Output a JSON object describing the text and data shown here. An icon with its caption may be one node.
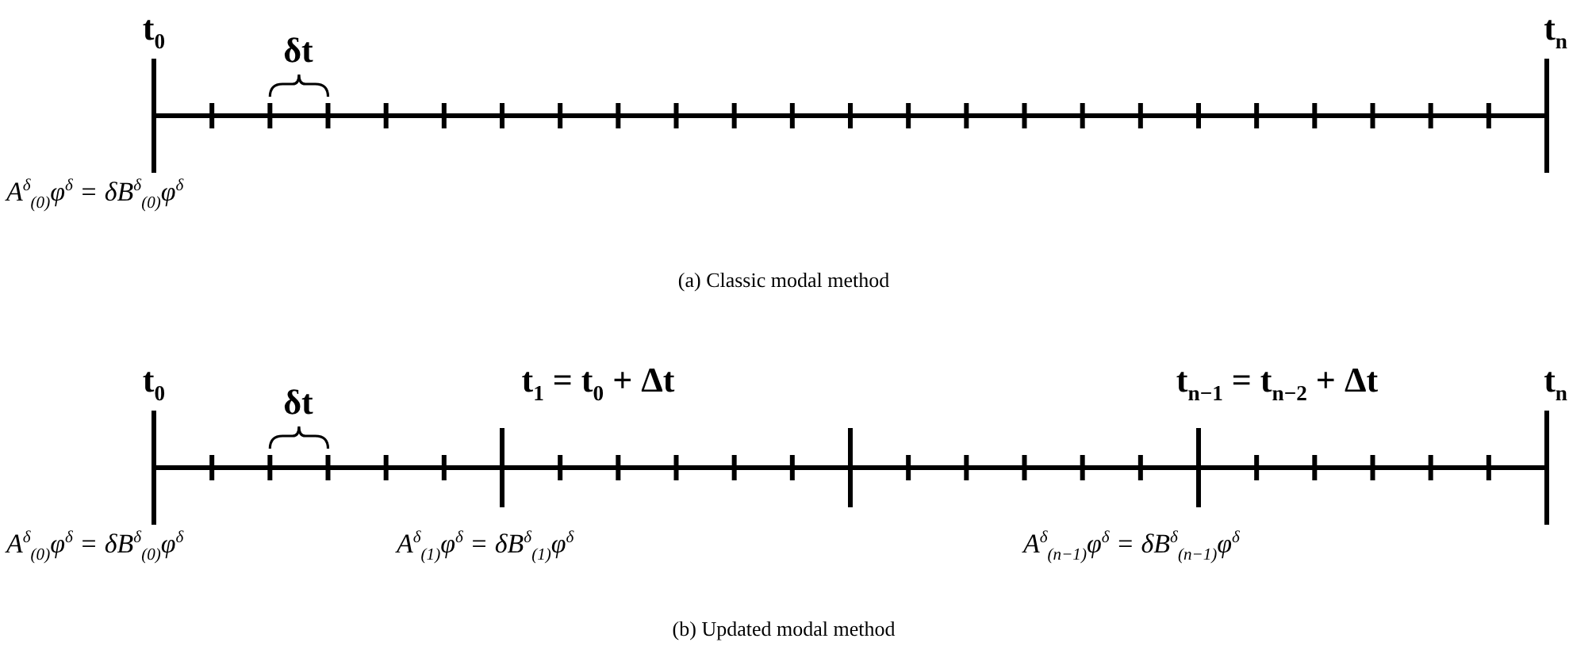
{
  "diagram": {
    "labels": [
      "t$_{0}$",
      "δt",
      "t$_{n}$",
      "A$^{δ}$$_{(0)}$φ$^{δ}$ = δB$^{δ}$$_{(0)}$φ$^{δ}$",
      "(a) Classic modal method",
      "t$_{0}$",
      "δt",
      "t$_{1}$ = t$_{0}$ + Δt",
      "t$_{n−1}$ = t$_{n−2}$ + Δt",
      "t$_{n}$",
      "A$^{δ}$$_{(0)}$φ$^{δ}$ = δB$^{δ}$$_{(0)}$φ$^{δ}$",
      "A$^{δ}$$_{(1)}$φ$^{δ}$ = δB$^{δ}$$_{(1)}$φ$^{δ}$",
      "A$^{δ}$$_{(n−1)}$φ$^{δ}$ = δB$^{δ}$$_{(n−1)}$φ$^{δ}$",
      "(b) Updated modal method"
    ]
  }
}
